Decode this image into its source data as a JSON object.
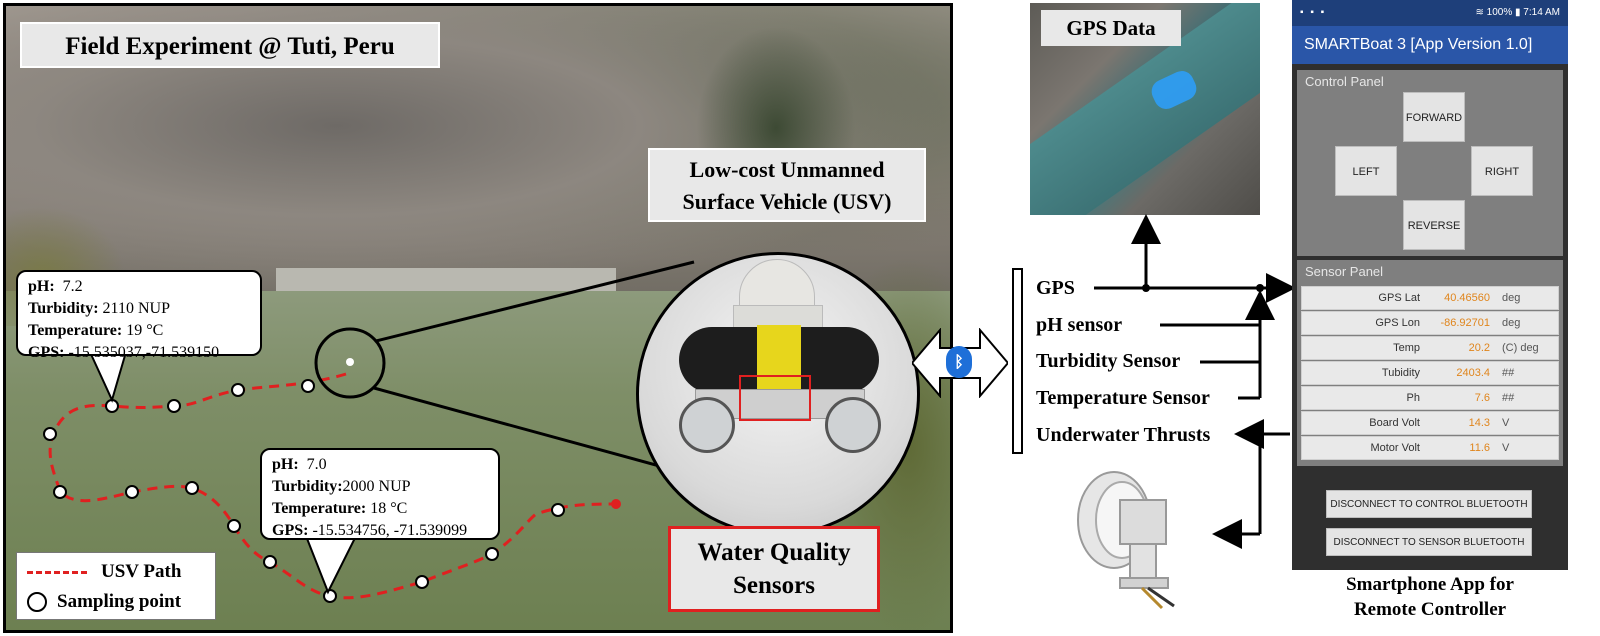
{
  "left_panel": {
    "title": "Field Experiment @ Tuti, Peru",
    "usv_title_line1": "Low-cost Unmanned",
    "usv_title_line2": "Surface Vehicle (USV)",
    "callout_1": {
      "ph_label": "pH:",
      "ph_value": "7.2",
      "turbidity_label": "Turbidity:",
      "turbidity_value": "2110 NUP",
      "temperature_label": "Temperature:",
      "temperature_value": "19 °C",
      "gps_label": "GPS:",
      "gps_value": "-15.535037,-71.539150"
    },
    "callout_2": {
      "ph_label": "pH:",
      "ph_value": "7.0",
      "turbidity_label": "Turbidity:",
      "turbidity_value": "2000 NUP",
      "temperature_label": "Temperature:",
      "temperature_value": "18 °C",
      "gps_label": "GPS:",
      "gps_value": "-15.534756, -71.539099"
    },
    "legend": {
      "path_label": "USV Path",
      "point_label": "Sampling point",
      "path_color": "#e02020"
    },
    "water_quality_line1": "Water Quality",
    "water_quality_line2": "Sensors"
  },
  "middle": {
    "bluetooth_icon": "bluetooth-icon",
    "bluetooth_color": "#1e6fd8",
    "gps_map_title": "GPS Data",
    "sensors": [
      "GPS",
      "pH sensor",
      "Turbidity Sensor",
      "Temperature Sensor",
      "Underwater Thrusts"
    ]
  },
  "phone": {
    "status_time": "7:14 AM",
    "status_battery": "100%",
    "app_title": "SMARTBoat 3 [App Version 1.0]",
    "control_panel_title": "Control Panel",
    "buttons": {
      "forward": "FORWARD",
      "left": "LEFT",
      "right": "RIGHT",
      "reverse": "REVERSE"
    },
    "sensor_panel_title": "Sensor Panel",
    "sensor_rows": [
      {
        "name": "GPS Lat",
        "value": "40.46560",
        "unit": "deg"
      },
      {
        "name": "GPS Lon",
        "value": "-86.92701",
        "unit": "deg"
      },
      {
        "name": "Temp",
        "value": "20.2",
        "unit": "(C) deg"
      },
      {
        "name": "Tubidity",
        "value": "2403.4",
        "unit": "##"
      },
      {
        "name": "Ph",
        "value": "7.6",
        "unit": "##"
      },
      {
        "name": "Board Volt",
        "value": "14.3",
        "unit": "V"
      },
      {
        "name": "Motor Volt",
        "value": "11.6",
        "unit": "V"
      }
    ],
    "disconnect_control": "DISCONNECT TO CONTROL BLUETOOTH",
    "disconnect_sensor": "DISCONNECT TO SENSOR BLUETOOTH",
    "caption_line1": "Smartphone App for",
    "caption_line2": "Remote Controller",
    "accent_color": "#2a56a8",
    "value_color": "#e0851c"
  }
}
